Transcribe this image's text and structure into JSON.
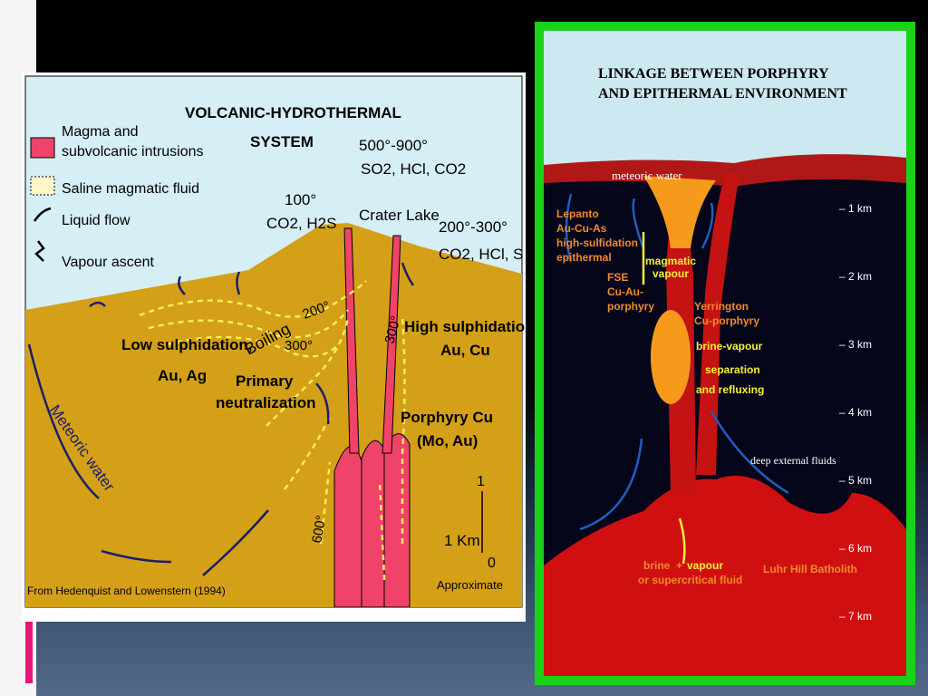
{
  "left_figure": {
    "title_line1": "VOLCANIC-HYDROTHERMAL",
    "title_line2": "SYSTEM",
    "legend": {
      "magma_line1": "Magma and",
      "magma_line2": "subvolcanic intrusions",
      "saline": "Saline magmatic fluid",
      "liquid_flow": "Liquid flow",
      "vapour_ascent": "Vapour ascent"
    },
    "labels": {
      "temp_500_900": "500°-900°",
      "gases_so2": "SO2, HCl, CO2",
      "temp_100": "100°",
      "gases_co2_h2s": "CO2, H2S",
      "crater_lake": "Crater Lake",
      "temp_200_300": "200°-300°",
      "gases_co2_hcl_s": "CO2, HCl, S",
      "boiling": "Boiling",
      "iso_200": "200°",
      "iso_300_left": "300°",
      "iso_300_right": "300°",
      "iso_600": "600°",
      "low_sulph_line1": "Low sulphidation,",
      "low_sulph_line2": "Au, Ag",
      "high_sulph_line1": "High sulphidation,",
      "high_sulph_line2": "Au, Cu",
      "primary_line1": "Primary",
      "primary_line2": "neutralization",
      "porphyry_line1": "Porphyry Cu",
      "porphyry_line2": "(Mo, Au)",
      "meteoric": "Meteoric water",
      "scale_top": "1",
      "scale_label": "1 Km",
      "scale_bottom": "0",
      "approximate": "Approximate",
      "source": "From Hedenquist and Lowenstern (1994)"
    },
    "colors": {
      "ground": "#d4a017",
      "sky": "#d6eef6",
      "magma": "#f0436a",
      "isotherm": "#f6ef5a",
      "flow": "#1a1f6b"
    }
  },
  "right_figure": {
    "title_line1": "LINKAGE BETWEEN PORPHYRY",
    "title_line2": "AND EPITHERMAL ENVIRONMENT",
    "labels": {
      "meteoric": "meteoric water",
      "lepanto_1": "Lepanto",
      "lepanto_2": "Au-Cu-As",
      "lepanto_3": "high-sulfidation",
      "lepanto_4": "epithermal",
      "magmatic_1": "magmatic",
      "magmatic_2": "vapour",
      "fse_1": "FSE",
      "fse_2": "Cu-Au-",
      "fse_3": "porphyry",
      "yerr_1": "Yerrington",
      "yerr_2": "Cu-porphyry",
      "brine_1": "brine-vapour",
      "brine_2": "separation",
      "brine_3": "and refluxing",
      "deep": "deep external fluids",
      "brine_word": "brine",
      "plus": "+",
      "vapour_word": "vapour",
      "supercritical": "or supercritical fluid",
      "batholith": "Luhr Hill Batholith"
    },
    "depths": [
      "1 km",
      "2 km",
      "3 km",
      "4 km",
      "5 km",
      "6 km",
      "7 km"
    ],
    "colors": {
      "frame": "#19d219",
      "sky": "#cce8f0",
      "rock": "#05061a",
      "magma": "#d01010",
      "label": "#f08a2a"
    }
  }
}
